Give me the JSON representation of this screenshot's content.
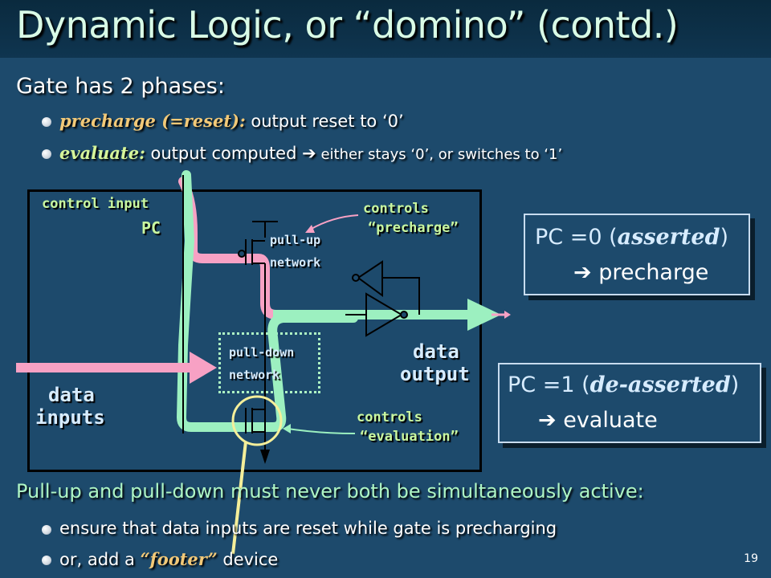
{
  "slide": {
    "title": "Dynamic Logic, or “domino” (contd.)",
    "number": "19"
  },
  "intro": {
    "heading": "Gate has 2 phases:",
    "bullets": [
      {
        "term": "precharge (=reset):",
        "text": " output reset to ‘0’"
      },
      {
        "term": "evaluate:",
        "text": " output computed ",
        "arrow": "➔",
        "text2": " either stays ‘0’, or switches to ‘1’"
      }
    ]
  },
  "diagram": {
    "control_input": "control input",
    "pc": "PC",
    "pullup_line1": "pull-up",
    "pullup_line2": "network",
    "pulldown_line1": "pull-down",
    "pulldown_line2": "network",
    "controls_precharge_1": "controls",
    "controls_precharge_2": "“precharge”",
    "controls_evaluation_1": "controls",
    "controls_evaluation_2": "“evaluation”",
    "data_inputs_1": "data",
    "data_inputs_2": "inputs",
    "data_output_1": "data",
    "data_output_2": "output",
    "colors": {
      "pink": "#f7a1c4",
      "mint": "#9cf0c0",
      "yellow_circle": "#f5ef9a",
      "label_green": "#c9f7a0"
    }
  },
  "pc_boxes": {
    "box1_line1": "PC =0 (",
    "box1_term": "asserted",
    "box1_close": ")",
    "box1_line2": "precharge",
    "box2_line1": "PC =1 (",
    "box2_term": "de-asserted",
    "box2_close": ")",
    "box2_line2": "evaluate",
    "arrow": "➔"
  },
  "footer_section": {
    "heading": "Pull-up and pull-down must never both be simultaneously active:",
    "bullet1": "ensure that data inputs are reset while gate is precharging",
    "bullet2_pre": "or, add a ",
    "bullet2_term": "“footer”",
    "bullet2_post": " device"
  }
}
